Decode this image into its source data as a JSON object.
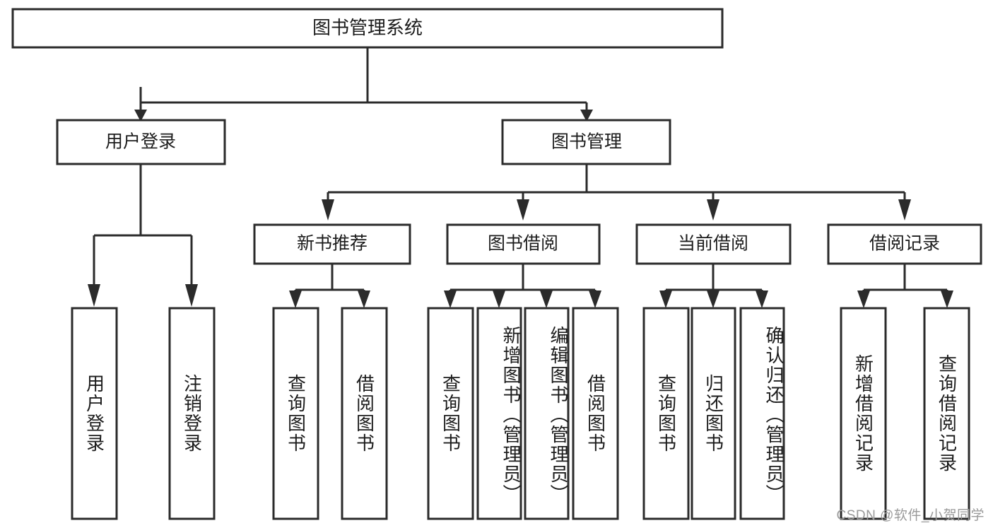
{
  "diagram": {
    "type": "hierarchy-tree",
    "title": "图书管理系统",
    "orientation": "top-down",
    "colors": {
      "box_stroke": "#2b2b2b",
      "box_fill": "#ffffff",
      "connector": "#2b2b2b",
      "text": "#1c1c1c",
      "watermark": "#9a9a9a",
      "background": "#ffffff"
    },
    "levels": {
      "root": {
        "label": "图书管理系统"
      },
      "level2": [
        {
          "label": "用户登录"
        },
        {
          "label": "图书管理"
        }
      ],
      "level3": [
        {
          "label": "新书推荐"
        },
        {
          "label": "图书借阅"
        },
        {
          "label": "当前借阅"
        },
        {
          "label": "借阅记录"
        }
      ],
      "leaves": [
        {
          "label": "用户登录",
          "parent": "用户登录"
        },
        {
          "label": "注销登录",
          "parent": "用户登录"
        },
        {
          "label": "查询图书",
          "parent": "新书推荐"
        },
        {
          "label": "借阅图书",
          "parent": "新书推荐"
        },
        {
          "label": "查询图书",
          "parent": "图书借阅"
        },
        {
          "label": "新增图书（管理员）",
          "parent": "图书借阅"
        },
        {
          "label": "编辑图书（管理员）",
          "parent": "图书借阅"
        },
        {
          "label": "借阅图书",
          "parent": "图书借阅"
        },
        {
          "label": "查询图书",
          "parent": "当前借阅"
        },
        {
          "label": "归还图书",
          "parent": "当前借阅"
        },
        {
          "label": "确认归还（管理员）",
          "parent": "当前借阅"
        },
        {
          "label": "新增借阅记录",
          "parent": "借阅记录"
        },
        {
          "label": "查询借阅记录",
          "parent": "借阅记录"
        }
      ]
    },
    "watermark": "CSDN @软件_小贺同学"
  }
}
